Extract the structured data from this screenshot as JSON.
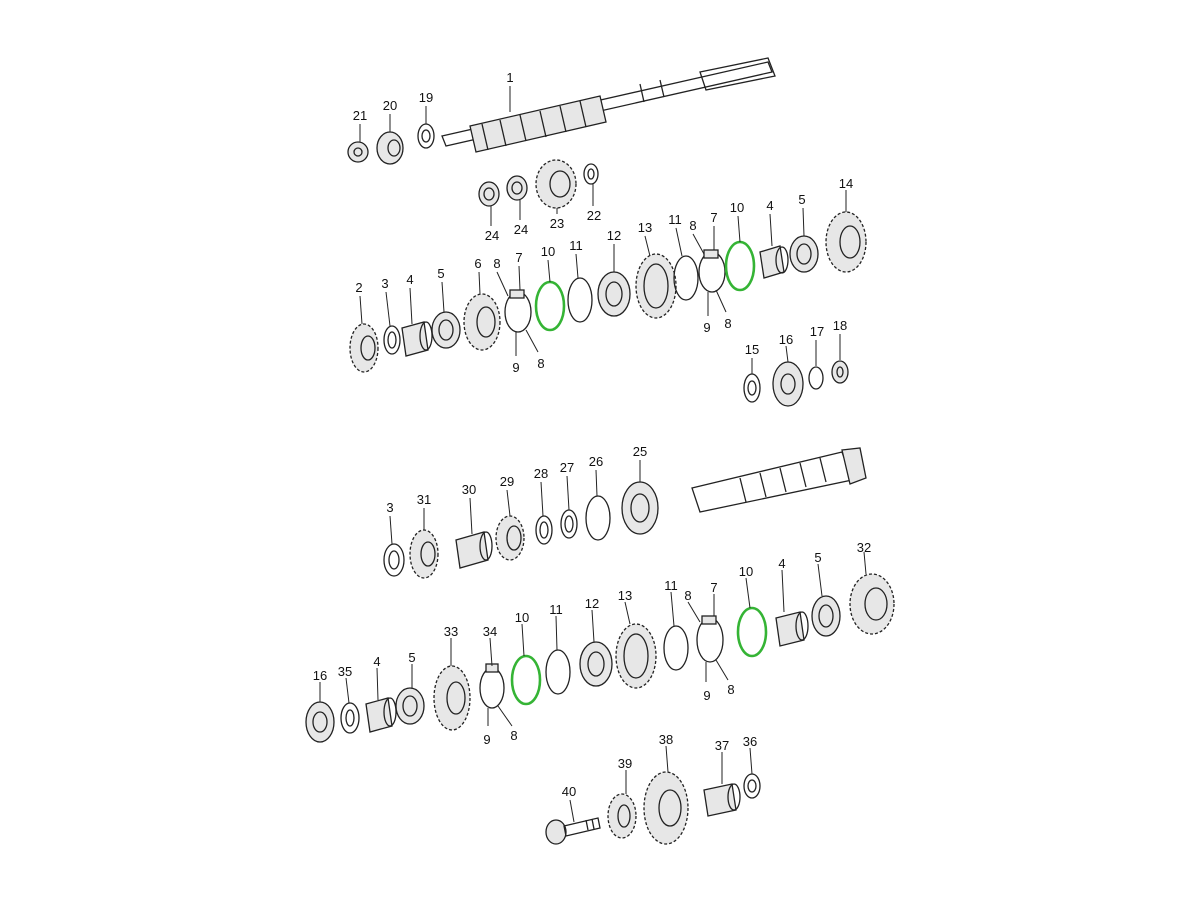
{
  "diagram": {
    "highlight_color": "#35b435",
    "line_color": "#222222",
    "callouts": [
      {
        "id": "c1",
        "text": "1"
      },
      {
        "id": "c21",
        "text": "21"
      },
      {
        "id": "c20",
        "text": "20"
      },
      {
        "id": "c19",
        "text": "19"
      },
      {
        "id": "c24a",
        "text": "24"
      },
      {
        "id": "c24b",
        "text": "24"
      },
      {
        "id": "c23",
        "text": "23"
      },
      {
        "id": "c22",
        "text": "22"
      },
      {
        "id": "c2",
        "text": "2"
      },
      {
        "id": "c3a",
        "text": "3"
      },
      {
        "id": "c4a",
        "text": "4"
      },
      {
        "id": "c5a",
        "text": "5"
      },
      {
        "id": "c6",
        "text": "6"
      },
      {
        "id": "c8a",
        "text": "8"
      },
      {
        "id": "c7a",
        "text": "7"
      },
      {
        "id": "c10a",
        "text": "10"
      },
      {
        "id": "c11a",
        "text": "11"
      },
      {
        "id": "c12a",
        "text": "12"
      },
      {
        "id": "c13a",
        "text": "13"
      },
      {
        "id": "c11b",
        "text": "11"
      },
      {
        "id": "c8b",
        "text": "8"
      },
      {
        "id": "c7b",
        "text": "7"
      },
      {
        "id": "c10b",
        "text": "10"
      },
      {
        "id": "c4b",
        "text": "4"
      },
      {
        "id": "c5b",
        "text": "5"
      },
      {
        "id": "c14",
        "text": "14"
      },
      {
        "id": "c9a",
        "text": "9"
      },
      {
        "id": "c8c",
        "text": "8"
      },
      {
        "id": "c9b",
        "text": "9"
      },
      {
        "id": "c8d",
        "text": "8"
      },
      {
        "id": "c15",
        "text": "15"
      },
      {
        "id": "c16a",
        "text": "16"
      },
      {
        "id": "c17",
        "text": "17"
      },
      {
        "id": "c18",
        "text": "18"
      },
      {
        "id": "c3b",
        "text": "3"
      },
      {
        "id": "c31",
        "text": "31"
      },
      {
        "id": "c30",
        "text": "30"
      },
      {
        "id": "c29",
        "text": "29"
      },
      {
        "id": "c28",
        "text": "28"
      },
      {
        "id": "c27",
        "text": "27"
      },
      {
        "id": "c26",
        "text": "26"
      },
      {
        "id": "c25",
        "text": "25"
      },
      {
        "id": "c16b",
        "text": "16"
      },
      {
        "id": "c35",
        "text": "35"
      },
      {
        "id": "c4c",
        "text": "4"
      },
      {
        "id": "c5c",
        "text": "5"
      },
      {
        "id": "c33",
        "text": "33"
      },
      {
        "id": "c34",
        "text": "34"
      },
      {
        "id": "c10c",
        "text": "10"
      },
      {
        "id": "c11c",
        "text": "11"
      },
      {
        "id": "c12b",
        "text": "12"
      },
      {
        "id": "c13b",
        "text": "13"
      },
      {
        "id": "c11d",
        "text": "11"
      },
      {
        "id": "c8e",
        "text": "8"
      },
      {
        "id": "c7c",
        "text": "7"
      },
      {
        "id": "c10d",
        "text": "10"
      },
      {
        "id": "c4d",
        "text": "4"
      },
      {
        "id": "c5d",
        "text": "5"
      },
      {
        "id": "c32",
        "text": "32"
      },
      {
        "id": "c9c",
        "text": "9"
      },
      {
        "id": "c8f",
        "text": "8"
      },
      {
        "id": "c9d",
        "text": "9"
      },
      {
        "id": "c8g",
        "text": "8"
      },
      {
        "id": "c40",
        "text": "40"
      },
      {
        "id": "c39",
        "text": "39"
      },
      {
        "id": "c38",
        "text": "38"
      },
      {
        "id": "c37",
        "text": "37"
      },
      {
        "id": "c36",
        "text": "36"
      }
    ]
  }
}
